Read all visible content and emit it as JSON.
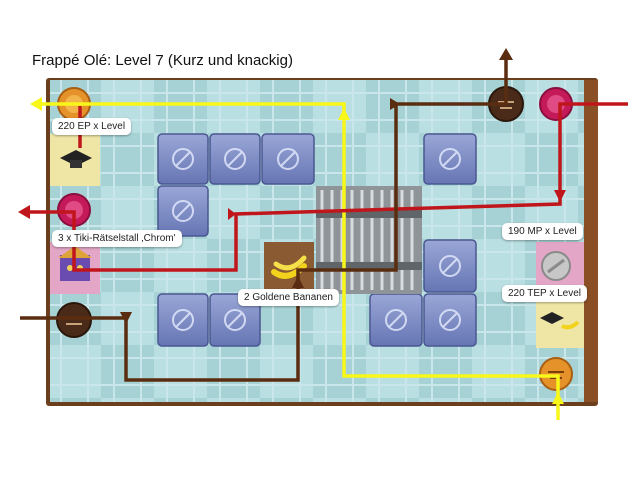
{
  "title": "Frappé Olé: Level 7 (Kurz und knackig)",
  "labels": {
    "ep": "220 EP x Level",
    "tiki": "3 x Tiki-Rätselstall ‚Chrom'",
    "bananas": "2 Goldene Bananen",
    "mp": "190 MP x Level",
    "tep": "220 TEP x Level"
  },
  "colors": {
    "yellow_path": "#f7f71a",
    "red_path": "#c0161b",
    "brown_path": "#5a2c10",
    "tile_blue": "#a9d6da",
    "block_blue": "#7c8bc4"
  },
  "icons": [
    "ep-coin-icon",
    "graduation-cap-icon",
    "pink-coin-icon",
    "tiki-stall-icon",
    "brown-coin-icon",
    "bananas-icon",
    "silver-coin-icon",
    "orange-coin-icon",
    "stop-block-icon",
    "metal-grate-icon"
  ]
}
